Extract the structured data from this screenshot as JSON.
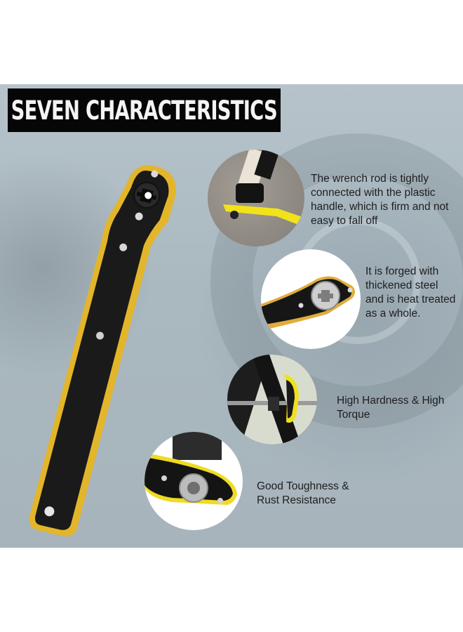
{
  "banner": {
    "title": "SEVEN CHARACTERISTICS",
    "background_color": "#b2bfc7",
    "title_bg_color": "#060606",
    "title_text_color": "#f4f4f4"
  },
  "product": {
    "name": "ratchet jack wrench",
    "handle_color": "#e5b92c",
    "body_color": "#1b1b1b"
  },
  "features": [
    {
      "image": "wrench-on-scissor-jack-on-asphalt",
      "text": "The wrench rod is tightly connected with the plastic handle, which is firm and not easy to fall off"
    },
    {
      "image": "wrench-head-closeup",
      "text": "It is forged with thickened steel and is heat treated as a whole."
    },
    {
      "image": "wrench-on-scissor-jack-screw",
      "text": "High Hardness & High Torque"
    },
    {
      "image": "wrench-socket-closeup",
      "text": "Good Toughness & Rust Resistance"
    }
  ]
}
